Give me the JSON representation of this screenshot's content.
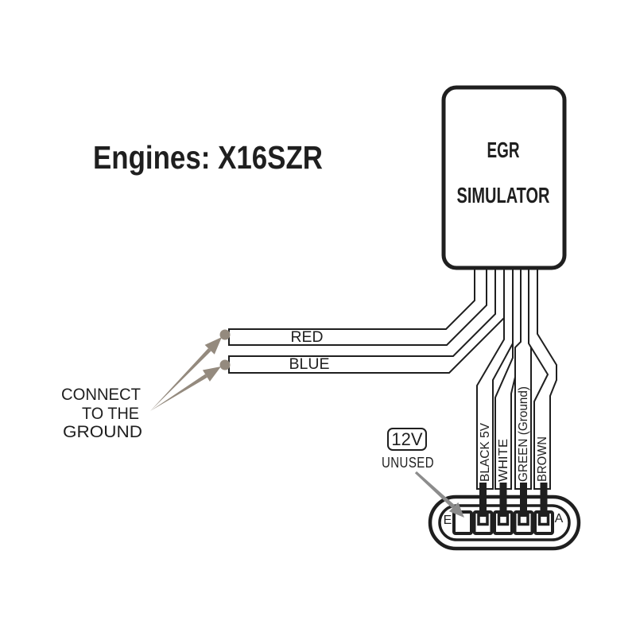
{
  "figure": {
    "title": "Engines: X16SZR",
    "device": {
      "name_line1": "EGR",
      "name_line2": "SIMULATOR"
    },
    "wires": {
      "red": "RED",
      "blue": "BLUE",
      "black": "BLACK 5V",
      "white": "WHITE",
      "green": "GREEN (Ground)",
      "brown": "BROWN"
    },
    "ground_note": {
      "line1": "CONNECT",
      "line2": "TO THE",
      "line3": "GROUND"
    },
    "unused_note": {
      "voltage": "12V",
      "label": "UNUSED"
    },
    "connector": {
      "left_pin_label": "E",
      "right_pin_label": "A"
    },
    "colors": {
      "ink": "#1f1f1f",
      "ground_arrow": "#948a7e",
      "unused_arrow": "#8c8c8c"
    }
  }
}
